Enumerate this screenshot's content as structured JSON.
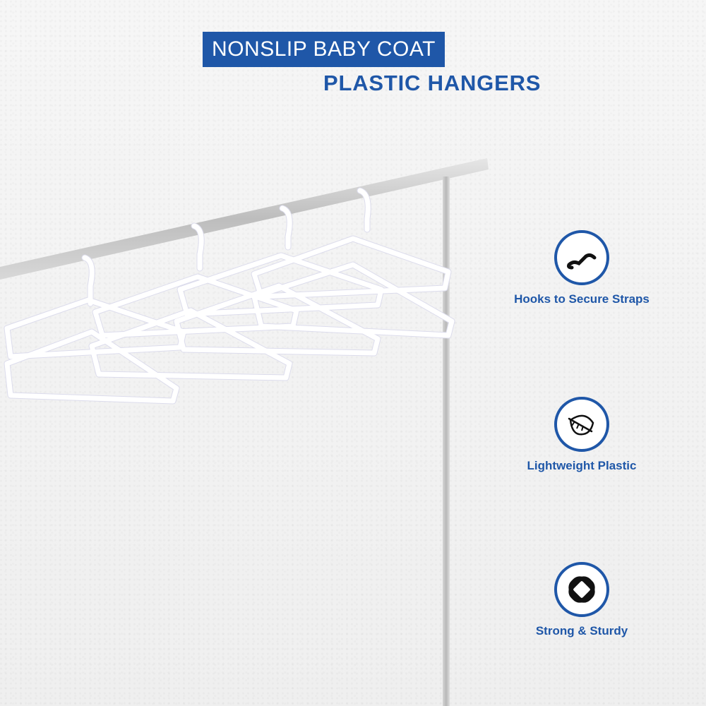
{
  "header": {
    "title": "NONSLIP BABY COAT",
    "subtitle": "PLASTIC HANGERS"
  },
  "features": [
    {
      "label": "Hooks to Secure Straps",
      "icon": "hook-icon"
    },
    {
      "label": "Lightweight Plastic",
      "icon": "feather-icon"
    },
    {
      "label": "Strong & Sturdy",
      "icon": "knot-icon"
    }
  ],
  "colors": {
    "brand_blue": "#1f57a8",
    "background": "#f3f3f3",
    "rack_metal": "#c9c9c9",
    "hanger": "#ffffff"
  }
}
